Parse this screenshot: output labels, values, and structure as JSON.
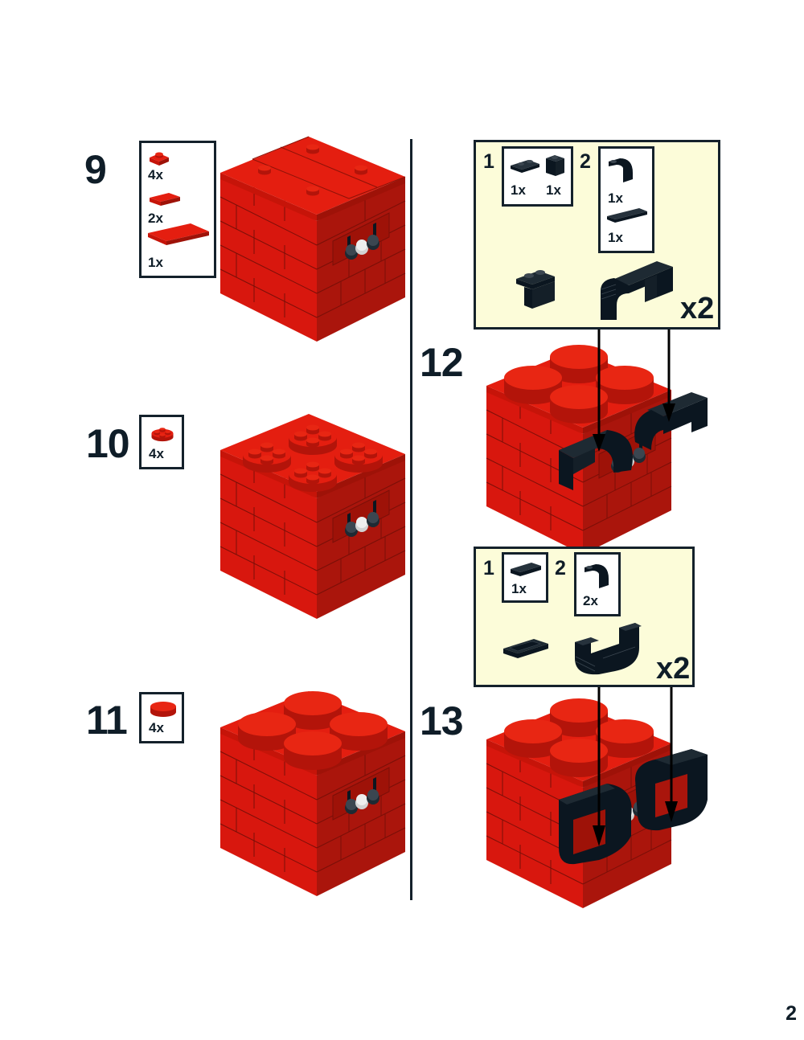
{
  "page": {
    "page_number": "2",
    "colors": {
      "brick_red": "#d8170e",
      "brick_red_dark": "#a9150c",
      "brick_red_top": "#e41e10",
      "black_part": "#0b1620",
      "callout_bg": "#fcfcd9",
      "outline": "#14212b"
    }
  },
  "steps": [
    {
      "number": "9",
      "parts": [
        {
          "icon": "red-plate-1x1-icon",
          "qty": "4x"
        },
        {
          "icon": "red-tile-1x2-icon",
          "qty": "2x"
        },
        {
          "icon": "red-tile-2x4-icon",
          "qty": "1x"
        }
      ]
    },
    {
      "number": "10",
      "parts": [
        {
          "icon": "red-round-plate-2x2-icon",
          "qty": "4x"
        }
      ]
    },
    {
      "number": "11",
      "parts": [
        {
          "icon": "red-round-tile-2x2-icon",
          "qty": "4x"
        }
      ]
    },
    {
      "number": "12",
      "callout": {
        "sub1": {
          "number": "1",
          "parts": [
            {
              "icon": "black-plate-1x2-icon",
              "qty": "1x"
            },
            {
              "icon": "black-brick-1x1-icon",
              "qty": "1x"
            }
          ]
        },
        "sub2": {
          "number": "2",
          "parts": [
            {
              "icon": "black-curved-slope-icon",
              "qty": "1x"
            },
            {
              "icon": "black-tile-1x4-icon",
              "qty": "1x"
            }
          ]
        },
        "multiplier": "x2"
      }
    },
    {
      "number": "13",
      "callout": {
        "sub1": {
          "number": "1",
          "parts": [
            {
              "icon": "black-tile-1x2-icon",
              "qty": "1x"
            }
          ]
        },
        "sub2": {
          "number": "2",
          "parts": [
            {
              "icon": "black-curved-slope-icon",
              "qty": "2x"
            }
          ]
        },
        "multiplier": "x2"
      }
    }
  ]
}
